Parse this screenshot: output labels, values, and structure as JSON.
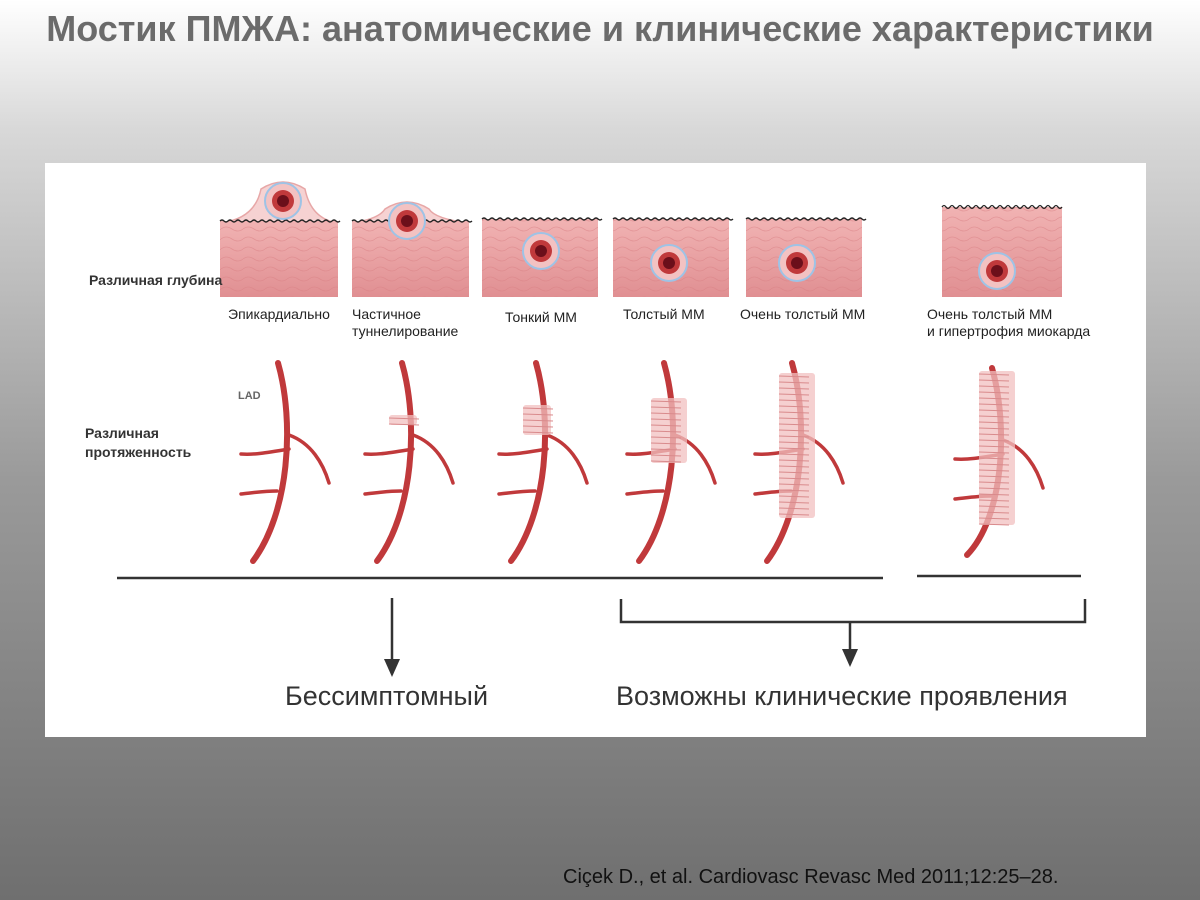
{
  "title": "Мостик ПМЖА: анатомические и клинические характеристики",
  "rows": {
    "depth": "Различная глубина",
    "length": "Различная протяженность"
  },
  "lad_label": "LAD",
  "captions": [
    {
      "line1": "Эпикардиально",
      "line2": ""
    },
    {
      "line1": "Частичное",
      "line2": "туннелирование"
    },
    {
      "line1": "Тонкий ММ",
      "line2": ""
    },
    {
      "line1": "Толстый ММ",
      "line2": ""
    },
    {
      "line1": "Очень толстый ММ",
      "line2": ""
    },
    {
      "line1": "Очень толстый ММ",
      "line2": "и гипертрофия миокарда"
    }
  ],
  "outcomes": {
    "asymptomatic": "Бессимптомный",
    "clinical": "Возможны клинические проявления"
  },
  "citation": "Ciçek D., et al. Cardiovasc Revasc Med 2011;12:25–28.",
  "colors": {
    "muscle": "#e8a1a1",
    "vessel": "#c0393b",
    "lumen": "#6b0f1a",
    "ring": "#9ec3e6",
    "line": "#333333"
  }
}
